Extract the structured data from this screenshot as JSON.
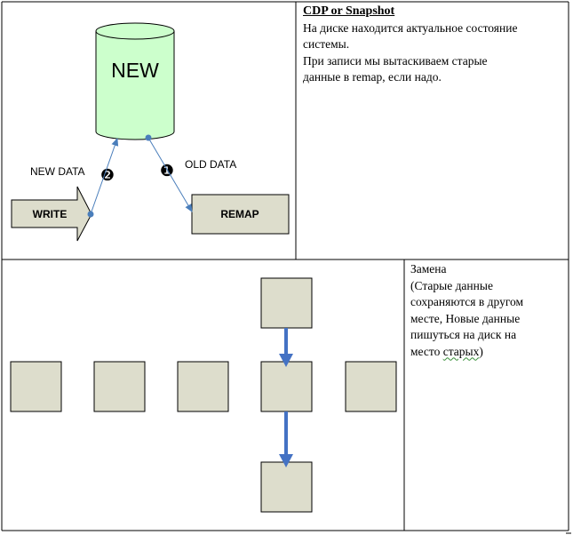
{
  "top_left_diagram": {
    "cylinder_label": "NEW",
    "new_data_label": "NEW DATA",
    "old_data_label": "OLD DATA",
    "write_label": "WRITE",
    "remap_label": "REMAP",
    "step_new": "❷",
    "step_old": "❶"
  },
  "top_right_text": {
    "title": "CDP or Snapshot",
    "line1": "На диске находится актуальное состояние",
    "line2": "системы.",
    "line3": "При записи мы вытаскиваем старые",
    "line4": "данные в remap,  если надо."
  },
  "bottom_right_text": {
    "line1": "Замена",
    "line2": "(Старые данные",
    "line3": "сохраняются в другом",
    "line4": "месте, Новые данные",
    "line5": "пишуться на диск на",
    "line6_prefix": "место ",
    "line6_wavy": "старых",
    "line6_suffix": ")"
  },
  "colors": {
    "cylinder_fill": "#ccffcc",
    "box_fill": "#ddddcc",
    "arrow_blue": "#4472c4",
    "connector_dot": "#4a7ebb"
  }
}
